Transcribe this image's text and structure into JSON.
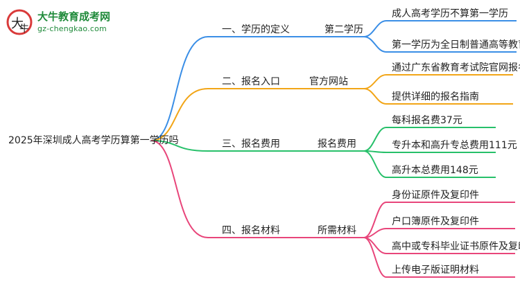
{
  "logo": {
    "name": "大牛教育成考网",
    "url": "gz-chengkao.com"
  },
  "root": "2025年深圳成人高考学历算第一学历吗",
  "colors": {
    "branch_1": "#3a8ee6",
    "branch_2": "#f2a516",
    "branch_3": "#27c06a",
    "branch_4": "#e8457a",
    "logo": "#1f8a3a"
  },
  "branches": [
    {
      "label": "一、学历的定义",
      "sub": "第二学历",
      "leaves": [
        "成人高考学历不算第一学历",
        "第一学历为全日制普通高等教育"
      ]
    },
    {
      "label": "二、报名入口",
      "sub": "官方网站",
      "leaves": [
        "通过广东省教育考试院官网报名",
        "提供详细的报名指南"
      ]
    },
    {
      "label": "三、报名费用",
      "sub": "报名费用",
      "leaves": [
        "每科报名费37元",
        "专升本和高升专总费用111元",
        "高升本总费用148元"
      ]
    },
    {
      "label": "四、报名材料",
      "sub": "所需材料",
      "leaves": [
        "身份证原件及复印件",
        "户口簿原件及复印件",
        "高中或专科毕业证书原件及复印件",
        "上传电子版证明材料"
      ]
    }
  ]
}
